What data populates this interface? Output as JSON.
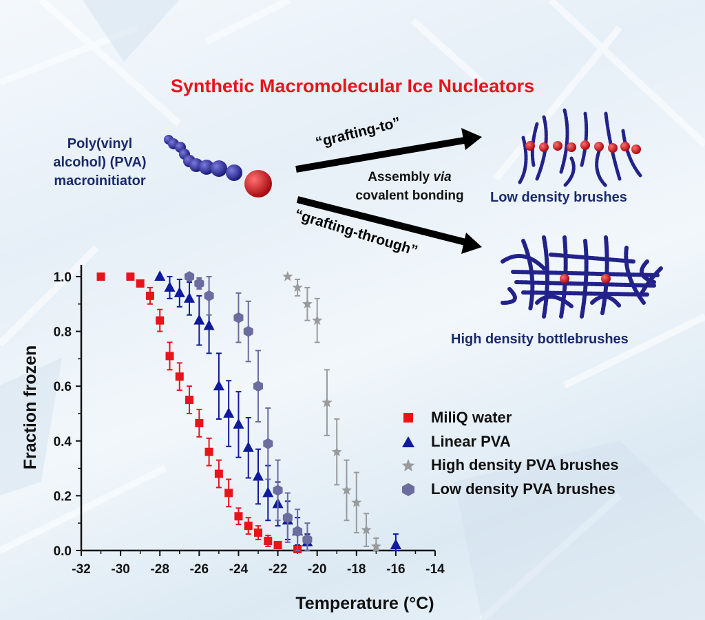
{
  "title": "Synthetic Macromolecular Ice Nucleators",
  "diagram": {
    "macroinitiator_label": [
      "Poly(vinyl",
      "alcohol) (PVA)",
      "macroinitiator"
    ],
    "grafting_to": "“grafting-to”",
    "grafting_through": "“grafting-through”",
    "assembly_line1_prefix": "Assembly ",
    "assembly_line1_italic": "via",
    "assembly_line2": "covalent bonding",
    "low_density_label": "Low density brushes",
    "high_density_label": "High density bottlebrushes",
    "colors": {
      "title": "#e8141c",
      "label": "#1a2a6c",
      "bead_blue": "#2a2a9a",
      "bead_red": "#d8161c"
    }
  },
  "chart_data": {
    "type": "scatter",
    "xlabel": "Temperature (°C)",
    "ylabel": "Fraction frozen",
    "xlim": [
      -32,
      -14
    ],
    "ylim": [
      0,
      1.05
    ],
    "xticks": [
      -32,
      -30,
      -28,
      -26,
      -24,
      -22,
      -20,
      -18,
      -16,
      -14
    ],
    "yticks": [
      0.0,
      0.2,
      0.4,
      0.6,
      0.8,
      1.0
    ],
    "legend_position": "center-right",
    "series": [
      {
        "name": "MiliQ water",
        "marker": "square",
        "color": "#e8141c",
        "x": [
          -31,
          -29.5,
          -29,
          -28.5,
          -28,
          -27.5,
          -27,
          -26.5,
          -26,
          -25.5,
          -25,
          -24.5,
          -24,
          -23.5,
          -23,
          -22.5,
          -22,
          -21
        ],
        "y": [
          1.0,
          1.0,
          0.975,
          0.93,
          0.84,
          0.71,
          0.635,
          0.55,
          0.465,
          0.36,
          0.28,
          0.21,
          0.125,
          0.09,
          0.065,
          0.035,
          0.02,
          0.005
        ],
        "err": [
          0,
          0,
          0.01,
          0.03,
          0.04,
          0.05,
          0.05,
          0.05,
          0.05,
          0.05,
          0.05,
          0.05,
          0.03,
          0.03,
          0.025,
          0.02,
          0.01,
          0
        ]
      },
      {
        "name": "Linear PVA",
        "marker": "triangle",
        "color": "#0f1a9c",
        "x": [
          -28,
          -27.5,
          -27,
          -26.5,
          -26,
          -25.5,
          -25,
          -24.5,
          -24,
          -23.5,
          -23,
          -22.5,
          -22,
          -21.5,
          -21,
          -20.5,
          -16
        ],
        "y": [
          1.0,
          0.96,
          0.94,
          0.92,
          0.84,
          0.82,
          0.6,
          0.5,
          0.46,
          0.375,
          0.27,
          0.21,
          0.17,
          0.11,
          0.07,
          0.03,
          0.02
        ],
        "err": [
          0,
          0.04,
          0.05,
          0.06,
          0.09,
          0.1,
          0.12,
          0.12,
          0.12,
          0.11,
          0.1,
          0.1,
          0.08,
          0.07,
          0.05,
          0.03,
          0.04
        ]
      },
      {
        "name": "High density PVA brushes",
        "marker": "star",
        "color": "#9a9a9a",
        "x": [
          -21.5,
          -21,
          -20.5,
          -20,
          -19.5,
          -19,
          -18.5,
          -18,
          -17.5,
          -17
        ],
        "y": [
          1.0,
          0.96,
          0.9,
          0.84,
          0.54,
          0.36,
          0.22,
          0.175,
          0.075,
          0.015
        ],
        "err": [
          0,
          0.03,
          0.06,
          0.08,
          0.12,
          0.12,
          0.11,
          0.11,
          0.06,
          0.03
        ]
      },
      {
        "name": "Low density PVA brushes",
        "marker": "hexagon",
        "color": "#6a6d9e",
        "x": [
          -26.5,
          -26,
          -25.5,
          -24,
          -23.5,
          -23,
          -22.5,
          -22,
          -21.5,
          -21,
          -20.5
        ],
        "y": [
          1.0,
          0.975,
          0.93,
          0.85,
          0.8,
          0.6,
          0.39,
          0.22,
          0.12,
          0.07,
          0.04
        ],
        "err": [
          0,
          0.02,
          0.07,
          0.09,
          0.11,
          0.13,
          0.13,
          0.11,
          0.09,
          0.08,
          0.06
        ]
      }
    ]
  }
}
